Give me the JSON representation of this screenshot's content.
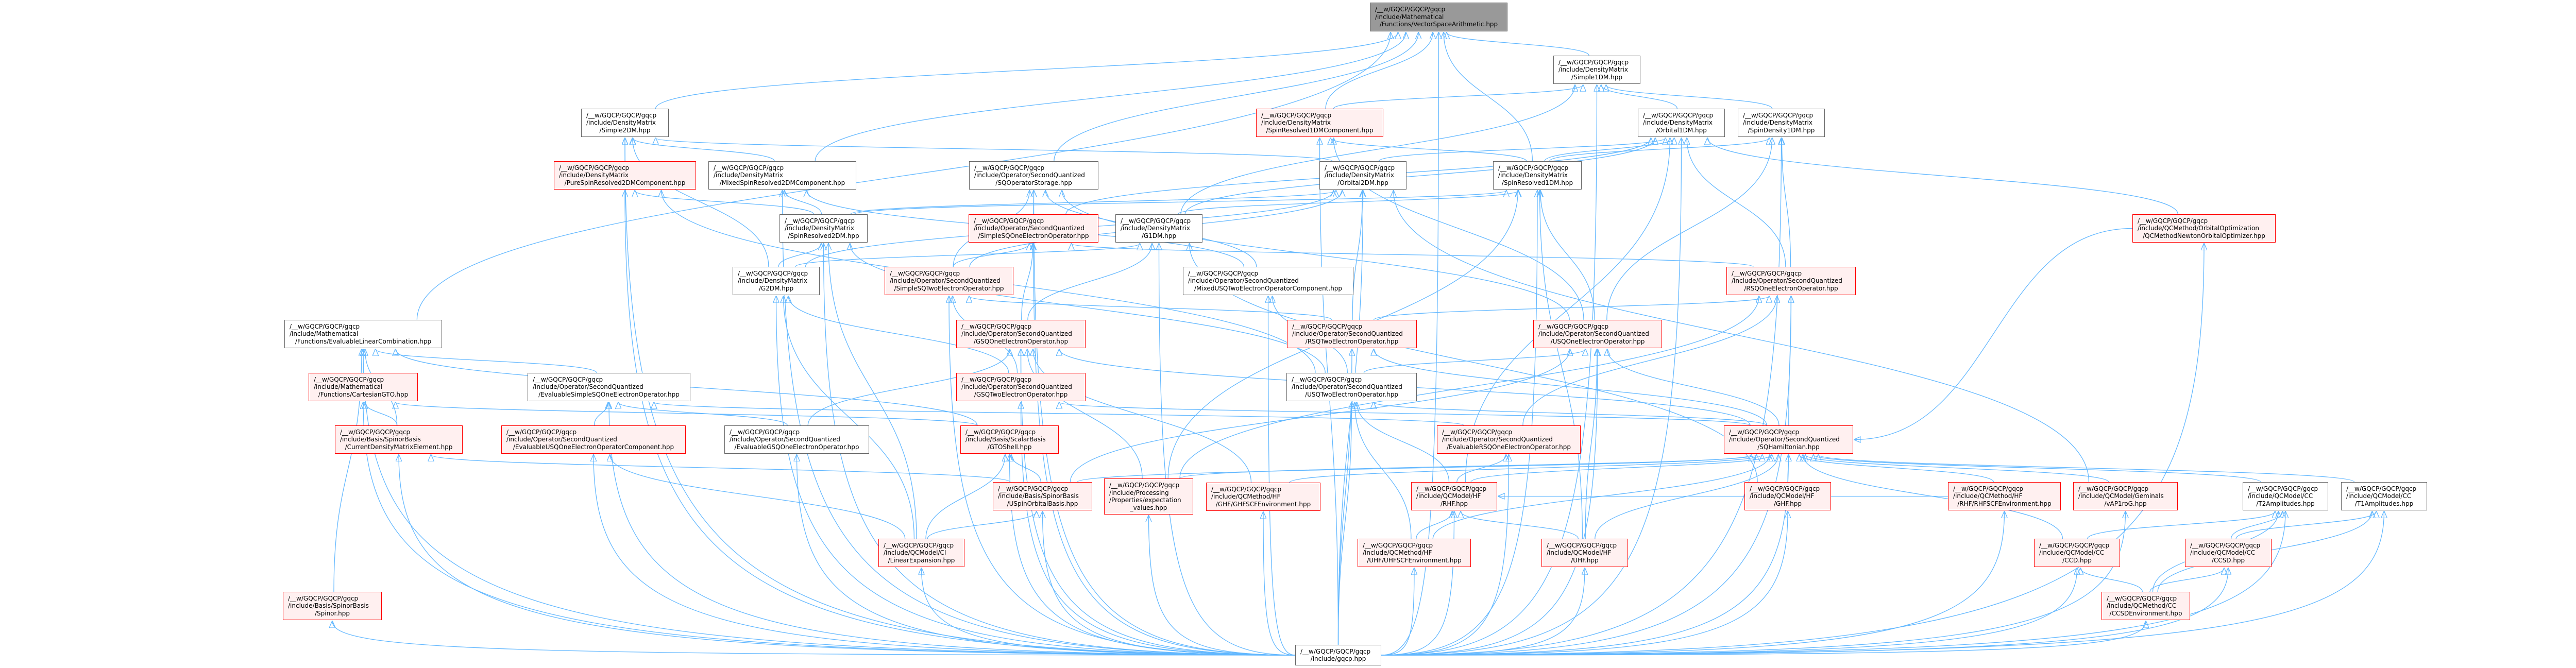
{
  "colors": {
    "edge": "#63b8ff",
    "node_border": "#666666",
    "truncated_border": "#ff0000",
    "truncated_fill": "#fff0f0",
    "root_fill": "#999999"
  },
  "nodes": [
    {
      "id": "vsa",
      "kind": "root",
      "lines": [
        "/__w/GQCP/GQCP/gqcp",
        "/include/Mathematical",
        "/Functions/VectorSpaceArithmetic.hpp"
      ]
    },
    {
      "id": "simple1dm",
      "kind": "normal",
      "lines": [
        "/__w/GQCP/GQCP/gqcp",
        "/include/DensityMatrix",
        "/Simple1DM.hpp"
      ]
    },
    {
      "id": "simple2dm",
      "kind": "normal",
      "lines": [
        "/__w/GQCP/GQCP/gqcp",
        "/include/DensityMatrix",
        "/Simple2DM.hpp"
      ]
    },
    {
      "id": "orbital1dm",
      "kind": "normal",
      "lines": [
        "/__w/GQCP/GQCP/gqcp",
        "/include/DensityMatrix",
        "/Orbital1DM.hpp"
      ]
    },
    {
      "id": "spindensity1dm",
      "kind": "normal",
      "lines": [
        "/__w/GQCP/GQCP/gqcp",
        "/include/DensityMatrix",
        "/SpinDensity1DM.hpp"
      ]
    },
    {
      "id": "sr1dmcomp",
      "kind": "truncated",
      "lines": [
        "/__w/GQCP/GQCP/gqcp",
        "/include/DensityMatrix",
        "/SpinResolved1DMComponent.hpp"
      ]
    },
    {
      "id": "pure2dmcomp",
      "kind": "truncated",
      "lines": [
        "/__w/GQCP/GQCP/gqcp",
        "/include/DensityMatrix",
        "/PureSpinResolved2DMComponent.hpp"
      ]
    },
    {
      "id": "mixed2dmcomp",
      "kind": "normal",
      "lines": [
        "/__w/GQCP/GQCP/gqcp",
        "/include/DensityMatrix",
        "/MixedSpinResolved2DMComponent.hpp"
      ]
    },
    {
      "id": "sqopstorage",
      "kind": "normal",
      "lines": [
        "/__w/GQCP/GQCP/gqcp",
        "/include/Operator/SecondQuantized",
        "/SQOperatorStorage.hpp"
      ]
    },
    {
      "id": "orbital2dm",
      "kind": "normal",
      "lines": [
        "/__w/GQCP/GQCP/gqcp",
        "/include/DensityMatrix",
        "/Orbital2DM.hpp"
      ]
    },
    {
      "id": "sr1dm",
      "kind": "normal",
      "lines": [
        "/__w/GQCP/GQCP/gqcp",
        "/include/DensityMatrix",
        "/SpinResolved1DM.hpp"
      ]
    },
    {
      "id": "sr2dm",
      "kind": "normal",
      "lines": [
        "/__w/GQCP/GQCP/gqcp",
        "/include/DensityMatrix",
        "/SpinResolved2DM.hpp"
      ]
    },
    {
      "id": "simplesqone",
      "kind": "truncated",
      "lines": [
        "/__w/GQCP/GQCP/gqcp",
        "/include/Operator/SecondQuantized",
        "/SimpleSQOneElectronOperator.hpp"
      ]
    },
    {
      "id": "g1dm",
      "kind": "normal",
      "lines": [
        "/__w/GQCP/GQCP/gqcp",
        "/include/DensityMatrix",
        "/G1DM.hpp"
      ]
    },
    {
      "id": "newton",
      "kind": "truncated",
      "lines": [
        "/__w/GQCP/GQCP/gqcp",
        "/include/QCMethod/OrbitalOptimization",
        "/QCMethodNewtonOrbitalOptimizer.hpp"
      ]
    },
    {
      "id": "g2dm",
      "kind": "normal",
      "lines": [
        "/__w/GQCP/GQCP/gqcp",
        "/include/DensityMatrix",
        "/G2DM.hpp"
      ]
    },
    {
      "id": "simplesqtwo",
      "kind": "truncated",
      "lines": [
        "/__w/GQCP/GQCP/gqcp",
        "/include/Operator/SecondQuantized",
        "/SimpleSQTwoElectronOperator.hpp"
      ]
    },
    {
      "id": "mixedusq",
      "kind": "normal",
      "lines": [
        "/__w/GQCP/GQCP/gqcp",
        "/include/Operator/SecondQuantized",
        "/MixedUSQTwoElectronOperatorComponent.hpp"
      ]
    },
    {
      "id": "rsqone",
      "kind": "truncated",
      "lines": [
        "/__w/GQCP/GQCP/gqcp",
        "/include/Operator/SecondQuantized",
        "/RSQOneElectronOperator.hpp"
      ]
    },
    {
      "id": "evallincomb",
      "kind": "normal",
      "lines": [
        "/__w/GQCP/GQCP/gqcp",
        "/include/Mathematical",
        "/Functions/EvaluableLinearCombination.hpp"
      ]
    },
    {
      "id": "gsqone",
      "kind": "truncated",
      "lines": [
        "/__w/GQCP/GQCP/gqcp",
        "/include/Operator/SecondQuantized",
        "/GSQOneElectronOperator.hpp"
      ]
    },
    {
      "id": "rsqtwo",
      "kind": "truncated",
      "lines": [
        "/__w/GQCP/GQCP/gqcp",
        "/include/Operator/SecondQuantized",
        "/RSQTwoElectronOperator.hpp"
      ]
    },
    {
      "id": "usqone",
      "kind": "truncated",
      "lines": [
        "/__w/GQCP/GQCP/gqcp",
        "/include/Operator/SecondQuantized",
        "/USQOneElectronOperator.hpp"
      ]
    },
    {
      "id": "cartesiangto",
      "kind": "truncated",
      "lines": [
        "/__w/GQCP/GQCP/gqcp",
        "/include/Mathematical",
        "/Functions/CartesianGTO.hpp"
      ]
    },
    {
      "id": "evalsimplesq",
      "kind": "normal",
      "lines": [
        "/__w/GQCP/GQCP/gqcp",
        "/include/Operator/SecondQuantized",
        "/EvaluableSimpleSQOneElectronOperator.hpp"
      ]
    },
    {
      "id": "gsqtwo",
      "kind": "truncated",
      "lines": [
        "/__w/GQCP/GQCP/gqcp",
        "/include/Operator/SecondQuantized",
        "/GSQTwoElectronOperator.hpp"
      ]
    },
    {
      "id": "usqtwo",
      "kind": "normal",
      "lines": [
        "/__w/GQCP/GQCP/gqcp",
        "/include/Operator/SecondQuantized",
        "/USQTwoElectronOperator.hpp"
      ]
    },
    {
      "id": "currentdme",
      "kind": "truncated",
      "lines": [
        "/__w/GQCP/GQCP/gqcp",
        "/include/Basis/SpinorBasis",
        "/CurrentDensityMatrixElement.hpp"
      ]
    },
    {
      "id": "evalusqcomp",
      "kind": "truncated",
      "lines": [
        "/__w/GQCP/GQCP/gqcp",
        "/include/Operator/SecondQuantized",
        "/EvaluableUSQOneElectronOperatorComponent.hpp"
      ]
    },
    {
      "id": "evalgsq",
      "kind": "normal",
      "lines": [
        "/__w/GQCP/GQCP/gqcp",
        "/include/Operator/SecondQuantized",
        "/EvaluableGSQOneElectronOperator.hpp"
      ]
    },
    {
      "id": "gtoshell",
      "kind": "truncated",
      "lines": [
        "/__w/GQCP/GQCP/gqcp",
        "/include/Basis/ScalarBasis",
        "/GTOShell.hpp"
      ]
    },
    {
      "id": "evalrsq",
      "kind": "truncated",
      "lines": [
        "/__w/GQCP/GQCP/gqcp",
        "/include/Operator/SecondQuantized",
        "/EvaluableRSQOneElectronOperator.hpp"
      ]
    },
    {
      "id": "sqham",
      "kind": "truncated",
      "lines": [
        "/__w/GQCP/GQCP/gqcp",
        "/include/Operator/SecondQuantized",
        "/SQHamiltonian.hpp"
      ]
    },
    {
      "id": "uspinorb",
      "kind": "truncated",
      "lines": [
        "/__w/GQCP/GQCP/gqcp",
        "/include/Basis/SpinorBasis",
        "/USpinOrbitalBasis.hpp"
      ]
    },
    {
      "id": "expval",
      "kind": "truncated",
      "lines": [
        "/__w/GQCP/GQCP/gqcp",
        "/include/Processing",
        "/Properties/expectation",
        "_values.hpp"
      ]
    },
    {
      "id": "ghfscf",
      "kind": "truncated",
      "lines": [
        "/__w/GQCP/GQCP/gqcp",
        "/include/QCMethod/HF",
        "/GHF/GHFSCFEnvironment.hpp"
      ]
    },
    {
      "id": "rhf",
      "kind": "truncated",
      "lines": [
        "/__w/GQCP/GQCP/gqcp",
        "/include/QCModel/HF",
        "/RHF.hpp"
      ]
    },
    {
      "id": "ghf",
      "kind": "truncated",
      "lines": [
        "/__w/GQCP/GQCP/gqcp",
        "/include/QCModel/HF",
        "/GHF.hpp"
      ]
    },
    {
      "id": "rhfscf",
      "kind": "truncated",
      "lines": [
        "/__w/GQCP/GQCP/gqcp",
        "/include/QCMethod/HF",
        "/RHF/RHFSCFEnvironment.hpp"
      ]
    },
    {
      "id": "vap1rog",
      "kind": "truncated",
      "lines": [
        "/__w/GQCP/GQCP/gqcp",
        "/include/QCModel/Geminals",
        "/vAP1roG.hpp"
      ]
    },
    {
      "id": "t2amp",
      "kind": "normal",
      "lines": [
        "/__w/GQCP/GQCP/gqcp",
        "/include/QCModel/CC",
        "/T2Amplitudes.hpp"
      ]
    },
    {
      "id": "t1amp",
      "kind": "normal",
      "lines": [
        "/__w/GQCP/GQCP/gqcp",
        "/include/QCModel/CC",
        "/T1Amplitudes.hpp"
      ]
    },
    {
      "id": "linexp",
      "kind": "truncated",
      "lines": [
        "/__w/GQCP/GQCP/gqcp",
        "/include/QCModel/CI",
        "/LinearExpansion.hpp"
      ]
    },
    {
      "id": "uhfscf",
      "kind": "truncated",
      "lines": [
        "/__w/GQCP/GQCP/gqcp",
        "/include/QCMethod/HF",
        "/UHF/UHFSCFEnvironment.hpp"
      ]
    },
    {
      "id": "uhf",
      "kind": "truncated",
      "lines": [
        "/__w/GQCP/GQCP/gqcp",
        "/include/QCModel/HF",
        "/UHF.hpp"
      ]
    },
    {
      "id": "ccd",
      "kind": "truncated",
      "lines": [
        "/__w/GQCP/GQCP/gqcp",
        "/include/QCModel/CC",
        "/CCD.hpp"
      ]
    },
    {
      "id": "ccsd",
      "kind": "truncated",
      "lines": [
        "/__w/GQCP/GQCP/gqcp",
        "/include/QCModel/CC",
        "/CCSD.hpp"
      ]
    },
    {
      "id": "spinor",
      "kind": "truncated",
      "lines": [
        "/__w/GQCP/GQCP/gqcp",
        "/include/Basis/SpinorBasis",
        "/Spinor.hpp"
      ]
    },
    {
      "id": "ccsdenv",
      "kind": "truncated",
      "lines": [
        "/__w/GQCP/GQCP/gqcp",
        "/include/QCMethod/CC",
        "/CCSDEnvironment.hpp"
      ]
    },
    {
      "id": "gqcp",
      "kind": "normal",
      "lines": [
        "/__w/GQCP/GQCP/gqcp",
        "/include/gqcp.hpp"
      ]
    }
  ],
  "edges": [
    [
      "simple1dm",
      "vsa"
    ],
    [
      "simple2dm",
      "vsa"
    ],
    [
      "evallincomb",
      "vsa"
    ],
    [
      "sqopstorage",
      "vsa"
    ],
    [
      "sr1dm",
      "vsa"
    ],
    [
      "mixed2dmcomp",
      "vsa"
    ],
    [
      "sr1dmcomp",
      "vsa"
    ],
    [
      "orbital1dm",
      "simple1dm"
    ],
    [
      "spindensity1dm",
      "simple1dm"
    ],
    [
      "sr1dmcomp",
      "simple1dm"
    ],
    [
      "g1dm",
      "simple1dm"
    ],
    [
      "pure2dmcomp",
      "simple2dm"
    ],
    [
      "orbital2dm",
      "simple2dm"
    ],
    [
      "g2dm",
      "simple2dm"
    ],
    [
      "mixed2dmcomp",
      "simple2dm"
    ],
    [
      "orbital2dm",
      "orbital1dm"
    ],
    [
      "sr1dm",
      "orbital1dm"
    ],
    [
      "sr1dm",
      "sr1dmcomp"
    ],
    [
      "sr1dm",
      "spindensity1dm"
    ],
    [
      "sr2dm",
      "pure2dmcomp"
    ],
    [
      "sr2dm",
      "mixed2dmcomp"
    ],
    [
      "sr2dm",
      "sr1dm"
    ],
    [
      "sr2dm",
      "orbital2dm"
    ],
    [
      "g1dm",
      "sr1dm"
    ],
    [
      "g1dm",
      "orbital1dm"
    ],
    [
      "g2dm",
      "sr2dm"
    ],
    [
      "g2dm",
      "g1dm"
    ],
    [
      "g2dm",
      "orbital2dm"
    ],
    [
      "simplesqone",
      "sqopstorage"
    ],
    [
      "simplesqone",
      "orbital1dm"
    ],
    [
      "simplesqtwo",
      "sqopstorage"
    ],
    [
      "simplesqtwo",
      "simplesqone"
    ],
    [
      "simplesqtwo",
      "orbital2dm"
    ],
    [
      "mixedusq",
      "sqopstorage"
    ],
    [
      "mixedusq",
      "mixed2dmcomp"
    ],
    [
      "rsqone",
      "simplesqone"
    ],
    [
      "rsqone",
      "orbital1dm"
    ],
    [
      "rsqone",
      "spindensity1dm"
    ],
    [
      "gsqone",
      "simplesqone"
    ],
    [
      "gsqone",
      "g1dm"
    ],
    [
      "rsqtwo",
      "simplesqtwo"
    ],
    [
      "rsqtwo",
      "rsqone"
    ],
    [
      "rsqtwo",
      "orbital2dm"
    ],
    [
      "usqone",
      "sr1dmcomp"
    ],
    [
      "usqone",
      "sr1dm"
    ],
    [
      "usqone",
      "spindensity1dm"
    ],
    [
      "usqone",
      "sqopstorage"
    ],
    [
      "gsqtwo",
      "gsqone"
    ],
    [
      "gsqtwo",
      "simplesqtwo"
    ],
    [
      "gsqtwo",
      "g2dm"
    ],
    [
      "usqtwo",
      "mixedusq"
    ],
    [
      "usqtwo",
      "sr2dm"
    ],
    [
      "usqtwo",
      "usqone"
    ],
    [
      "usqtwo",
      "pure2dmcomp"
    ],
    [
      "cartesiangto",
      "evallincomb"
    ],
    [
      "currentdme",
      "cartesiangto"
    ],
    [
      "currentdme",
      "evallincomb"
    ],
    [
      "evalsimplesq",
      "evallincomb"
    ],
    [
      "evalusqcomp",
      "evalsimplesq"
    ],
    [
      "evalgsq",
      "evalsimplesq"
    ],
    [
      "evalrsq",
      "evalsimplesq"
    ],
    [
      "evalgsq",
      "gsqone"
    ],
    [
      "evalrsq",
      "rsqone"
    ],
    [
      "gtoshell",
      "cartesiangto"
    ],
    [
      "gtoshell",
      "evallincomb"
    ],
    [
      "sqham",
      "rsqone"
    ],
    [
      "sqham",
      "rsqtwo"
    ],
    [
      "sqham",
      "usqone"
    ],
    [
      "sqham",
      "usqtwo"
    ],
    [
      "sqham",
      "gsqone"
    ],
    [
      "sqham",
      "gsqtwo"
    ],
    [
      "uspinorb",
      "gtoshell"
    ],
    [
      "uspinorb",
      "sqham"
    ],
    [
      "uspinorb",
      "usqone"
    ],
    [
      "uspinorb",
      "currentdme"
    ],
    [
      "expval",
      "sr1dm"
    ],
    [
      "expval",
      "gsqone"
    ],
    [
      "expval",
      "rsqone"
    ],
    [
      "expval",
      "sqham"
    ],
    [
      "ghfscf",
      "gsqone"
    ],
    [
      "ghfscf",
      "sqham"
    ],
    [
      "rhf",
      "sqham"
    ],
    [
      "rhf",
      "evalrsq"
    ],
    [
      "rhf",
      "orbital1dm"
    ],
    [
      "rhf",
      "usqtwo"
    ],
    [
      "ghf",
      "sqham"
    ],
    [
      "ghf",
      "g1dm"
    ],
    [
      "uhf",
      "rhf"
    ],
    [
      "uhf",
      "sqham"
    ],
    [
      "uhf",
      "usqone"
    ],
    [
      "uhf",
      "sr1dm"
    ],
    [
      "uhfscf",
      "rhf"
    ],
    [
      "uhfscf",
      "sqham"
    ],
    [
      "uhfscf",
      "usqtwo"
    ],
    [
      "rhfscf",
      "rhf"
    ],
    [
      "rhfscf",
      "sqham"
    ],
    [
      "vap1rog",
      "sqham"
    ],
    [
      "vap1rog",
      "orbital2dm"
    ],
    [
      "newton",
      "orbital1dm"
    ],
    [
      "newton",
      "sqham"
    ],
    [
      "t2amp",
      "sqham"
    ],
    [
      "t1amp",
      "sqham"
    ],
    [
      "ccd",
      "t2amp"
    ],
    [
      "ccd",
      "sqham"
    ],
    [
      "ccsd",
      "t1amp"
    ],
    [
      "ccsd",
      "t2amp"
    ],
    [
      "ccsdenv",
      "ccd"
    ],
    [
      "ccsdenv",
      "ccsd"
    ],
    [
      "ccsdenv",
      "t1amp"
    ],
    [
      "ccsdenv",
      "t2amp"
    ],
    [
      "linexp",
      "gtoshell"
    ],
    [
      "linexp",
      "uspinorb"
    ],
    [
      "linexp",
      "sr2dm"
    ],
    [
      "linexp",
      "evalusqcomp"
    ],
    [
      "linexp",
      "g2dm"
    ],
    [
      "spinor",
      "evallincomb"
    ],
    [
      "gqcp",
      "vsa"
    ],
    [
      "gqcp",
      "simple1dm"
    ],
    [
      "gqcp",
      "simple2dm"
    ],
    [
      "gqcp",
      "orbital1dm"
    ],
    [
      "gqcp",
      "spindensity1dm"
    ],
    [
      "gqcp",
      "sr1dmcomp"
    ],
    [
      "gqcp",
      "pure2dmcomp"
    ],
    [
      "gqcp",
      "mixed2dmcomp"
    ],
    [
      "gqcp",
      "sqopstorage"
    ],
    [
      "gqcp",
      "orbital2dm"
    ],
    [
      "gqcp",
      "sr1dm"
    ],
    [
      "gqcp",
      "sr2dm"
    ],
    [
      "gqcp",
      "simplesqone"
    ],
    [
      "gqcp",
      "g1dm"
    ],
    [
      "gqcp",
      "newton"
    ],
    [
      "gqcp",
      "g2dm"
    ],
    [
      "gqcp",
      "simplesqtwo"
    ],
    [
      "gqcp",
      "mixedusq"
    ],
    [
      "gqcp",
      "rsqone"
    ],
    [
      "gqcp",
      "evallincomb"
    ],
    [
      "gqcp",
      "gsqone"
    ],
    [
      "gqcp",
      "rsqtwo"
    ],
    [
      "gqcp",
      "usqone"
    ],
    [
      "gqcp",
      "cartesiangto"
    ],
    [
      "gqcp",
      "evalsimplesq"
    ],
    [
      "gqcp",
      "gsqtwo"
    ],
    [
      "gqcp",
      "usqtwo"
    ],
    [
      "gqcp",
      "currentdme"
    ],
    [
      "gqcp",
      "evalusqcomp"
    ],
    [
      "gqcp",
      "evalgsq"
    ],
    [
      "gqcp",
      "gtoshell"
    ],
    [
      "gqcp",
      "evalrsq"
    ],
    [
      "gqcp",
      "sqham"
    ],
    [
      "gqcp",
      "uspinorb"
    ],
    [
      "gqcp",
      "expval"
    ],
    [
      "gqcp",
      "ghfscf"
    ],
    [
      "gqcp",
      "rhf"
    ],
    [
      "gqcp",
      "ghf"
    ],
    [
      "gqcp",
      "rhfscf"
    ],
    [
      "gqcp",
      "vap1rog"
    ],
    [
      "gqcp",
      "t2amp"
    ],
    [
      "gqcp",
      "t1amp"
    ],
    [
      "gqcp",
      "linexp"
    ],
    [
      "gqcp",
      "uhfscf"
    ],
    [
      "gqcp",
      "uhf"
    ],
    [
      "gqcp",
      "ccd"
    ],
    [
      "gqcp",
      "ccsd"
    ],
    [
      "gqcp",
      "spinor"
    ],
    [
      "gqcp",
      "ccsdenv"
    ]
  ]
}
